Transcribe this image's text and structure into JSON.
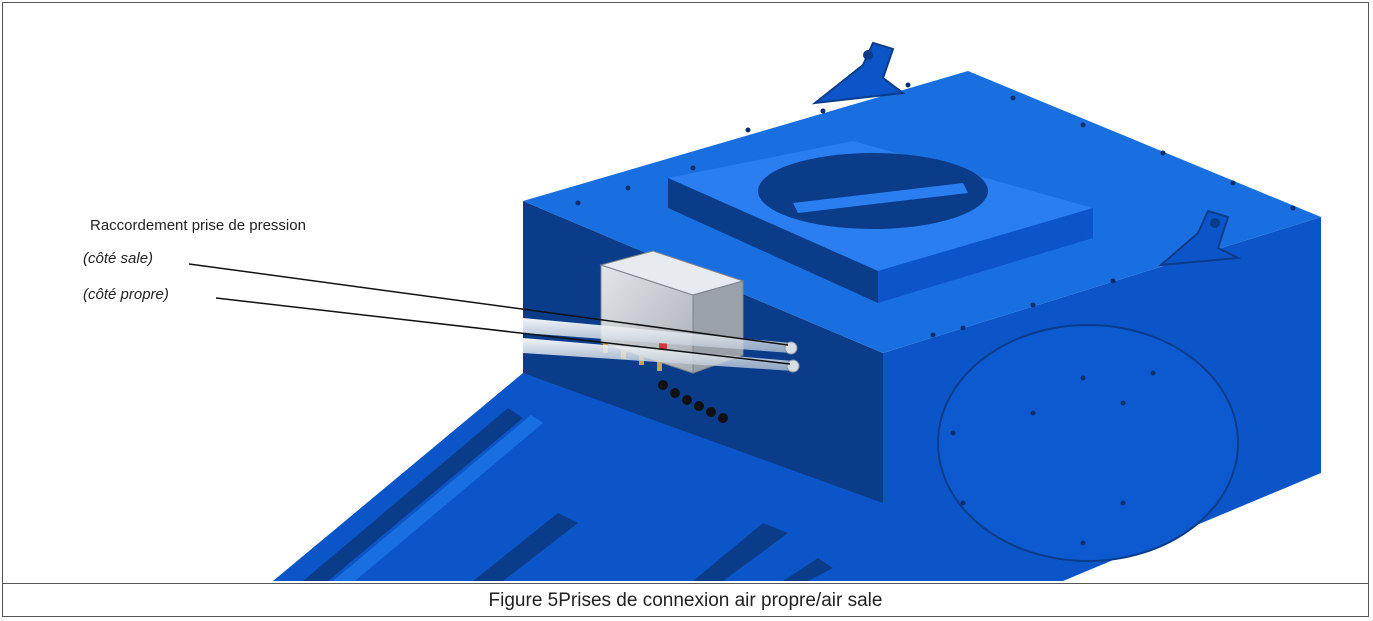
{
  "figure": {
    "callouts": {
      "title": "Raccordement prise de pression",
      "dirty_side": "(côté sale)",
      "clean_side": "(côté propre)"
    },
    "caption": {
      "number": "Figure 5",
      "text": "Prises de connexion air propre/air sale"
    },
    "colors": {
      "housing_dark": "#0a3c8a",
      "housing_mid": "#0c55c8",
      "housing_light": "#1a6fe0",
      "box_grey": "#c8ccd0"
    }
  }
}
